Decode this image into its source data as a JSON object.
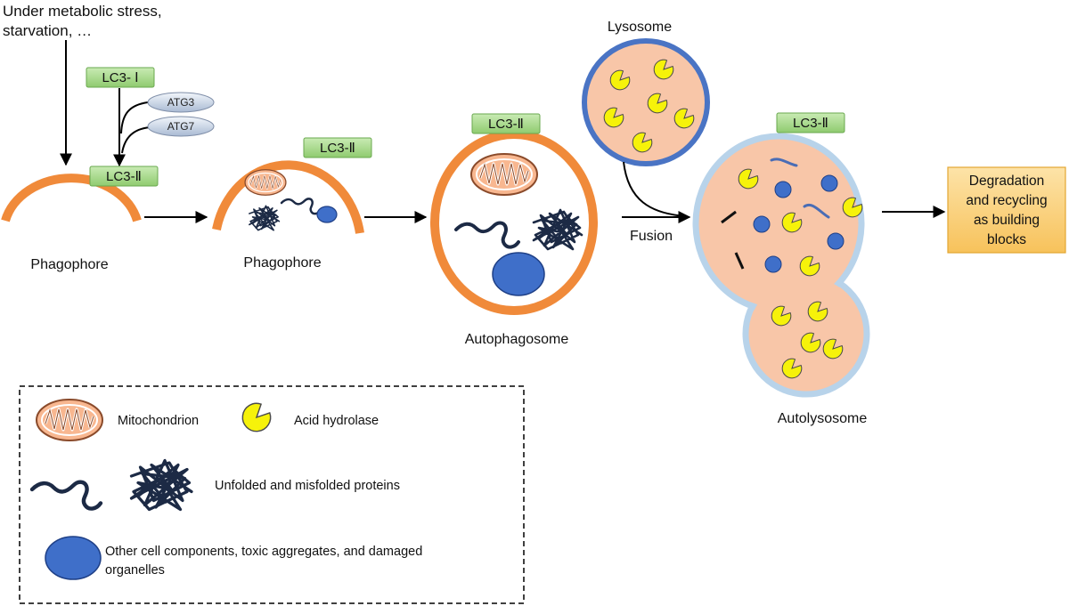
{
  "stimulus": {
    "line1": "Under metabolic stress,",
    "line2": "starvation, …"
  },
  "markers": {
    "lc3_1": "LC3- Ⅰ",
    "lc3_2": "LC3-Ⅱ"
  },
  "enzymes": {
    "atg3": "ATG3",
    "atg7": "ATG7"
  },
  "stages": {
    "phagophore_1": "Phagophore",
    "phagophore_2": "Phagophore",
    "autophagosome": "Autophagosome",
    "lysosome": "Lysosome",
    "fusion": "Fusion",
    "autolysosome": "Autolysosome"
  },
  "outcome": {
    "line1": "Degradation",
    "line2": "and recycling",
    "line3": "as building",
    "line4": "blocks"
  },
  "legend": {
    "mitochondrion": "Mitochondrion",
    "acid_hydrolase": "Acid hydrolase",
    "proteins": "Unfolded and misfolded proteins",
    "other_line1": "Other cell components, toxic aggregates, and damaged",
    "other_line2": "organelles"
  },
  "colors": {
    "membrane_orange": "#f08a3a",
    "cell_fill": "#f8c6a8",
    "lysosome_border": "#4a74c4",
    "autolysosome_border": "#b8d3ea",
    "hydrolase_yellow": "#f6f20a",
    "organelle_blue": "#3f6fc9",
    "protein_navy": "#1c2a45",
    "lc3_green": "#a5d68a",
    "outcome_box": "#fbd284"
  }
}
